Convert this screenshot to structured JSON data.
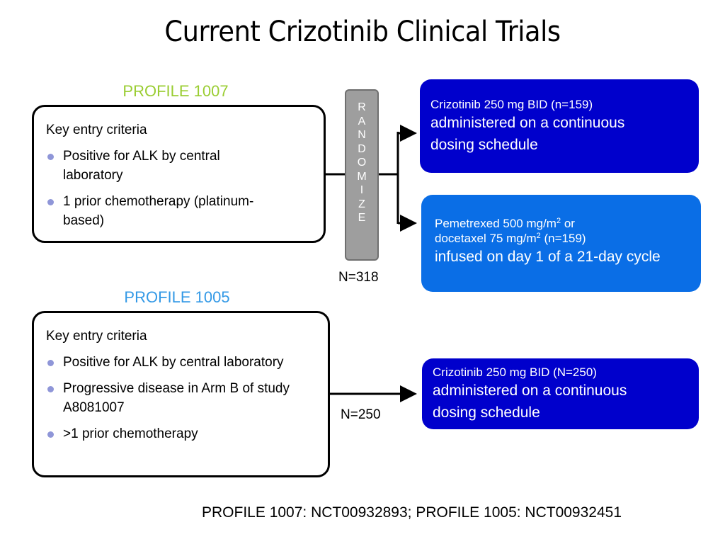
{
  "slide": {
    "title": "Current Crizotinib Clinical Trials",
    "footer": "PROFILE 1007: NCT00932893; PROFILE 1005: NCT00932451"
  },
  "profile_1007": {
    "label": "PROFILE 1007",
    "label_color": "#9acd32",
    "criteria_heading": "Key entry criteria",
    "criteria": [
      "Positive for ALK by central laboratory",
      "1 prior chemotherapy (platinum-based)"
    ],
    "randomize_letters": [
      "R",
      "A",
      "N",
      "D",
      "O",
      "M",
      "I",
      "Z",
      "E"
    ],
    "n_label": "N=318",
    "arm_a": {
      "line1": "Crizotinib 250 mg BID (n=159)",
      "line2": "administered on a continuous",
      "line3": "dosing schedule",
      "color": "#0000cc"
    },
    "arm_b": {
      "line1_pre": "Pemetrexed 500 mg/m",
      "line1_sup": "2",
      "line1_post": " or",
      "line2_pre": "docetaxel 75 mg/m",
      "line2_sup": "2",
      "line2_post": " (n=159)",
      "line3": "infused on day 1 of a 21-day cycle",
      "color": "#0a6ee6"
    }
  },
  "profile_1005": {
    "label": "PROFILE 1005",
    "label_color": "#3399e6",
    "criteria_heading": "Key entry criteria",
    "criteria": [
      "Positive for ALK by central laboratory",
      "Progressive disease in Arm B of study A8081007",
      ">1 prior chemotherapy"
    ],
    "n_label": "N=250",
    "arm": {
      "line1": "Crizotinib 250 mg BID (N=250)",
      "line2": "administered on a continuous",
      "line3": "dosing schedule",
      "color": "#0000cc"
    }
  },
  "colors": {
    "bullet": "#8f96d8",
    "randomize_fill": "#9e9e9e",
    "connector": "#000000"
  }
}
